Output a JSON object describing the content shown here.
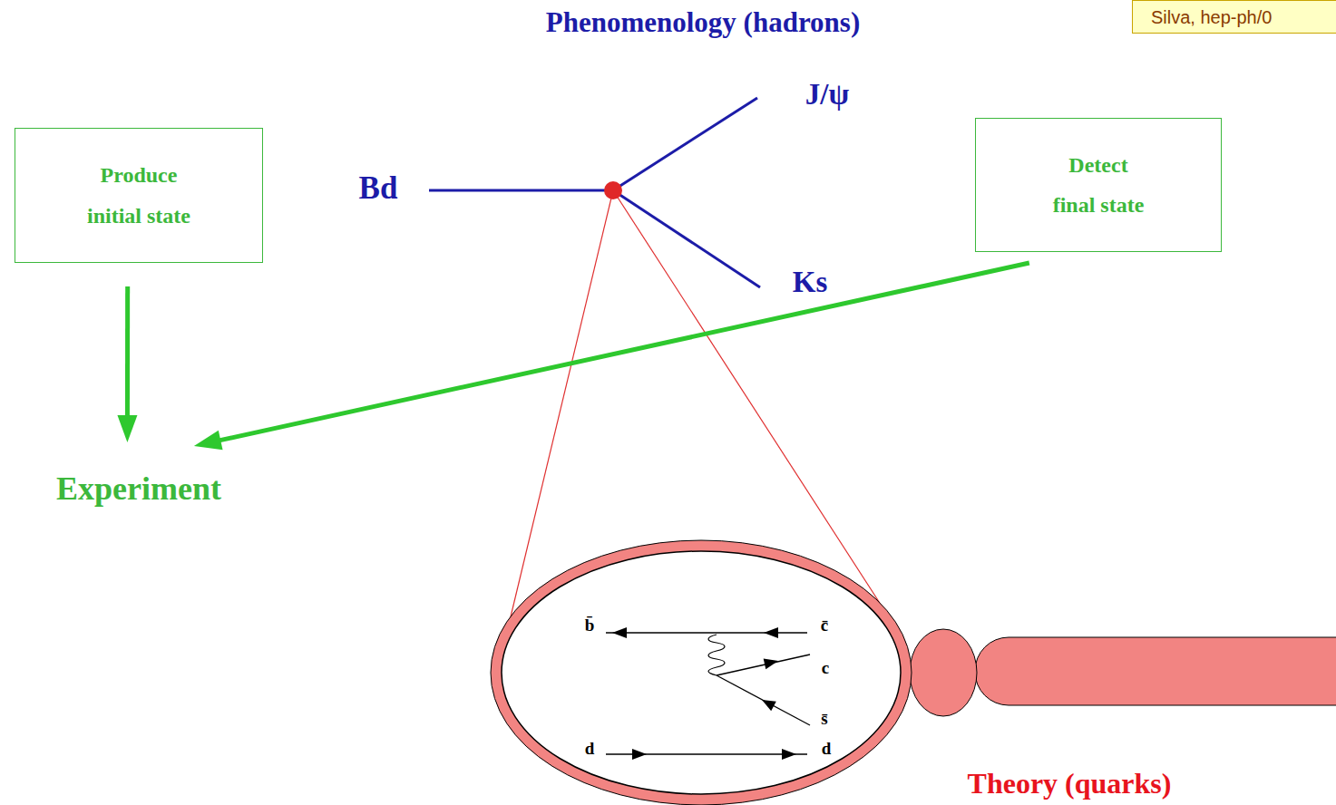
{
  "diagram": {
    "title": "Phenomenology (hadrons)",
    "nodes": [
      {
        "text": [
          "Silva, hep-ph/0"
        ]
      },
      {
        "text": [
          "Produce initial state"
        ]
      },
      {
        "text": [
          "Detect final state"
        ]
      },
      {
        "text": [
          "Experiment"
        ]
      }
    ],
    "edges": [
      {
        "from": 1,
        "to": 3,
        "arrow": "to"
      },
      {
        "from": 2,
        "to": 3,
        "arrow": "to"
      }
    ],
    "labels": [
      "Bd",
      "J/ψ",
      "Ks",
      "b̄",
      "c̄",
      "c",
      "s̄",
      "d",
      "d",
      "Theory (quarks)"
    ]
  }
}
